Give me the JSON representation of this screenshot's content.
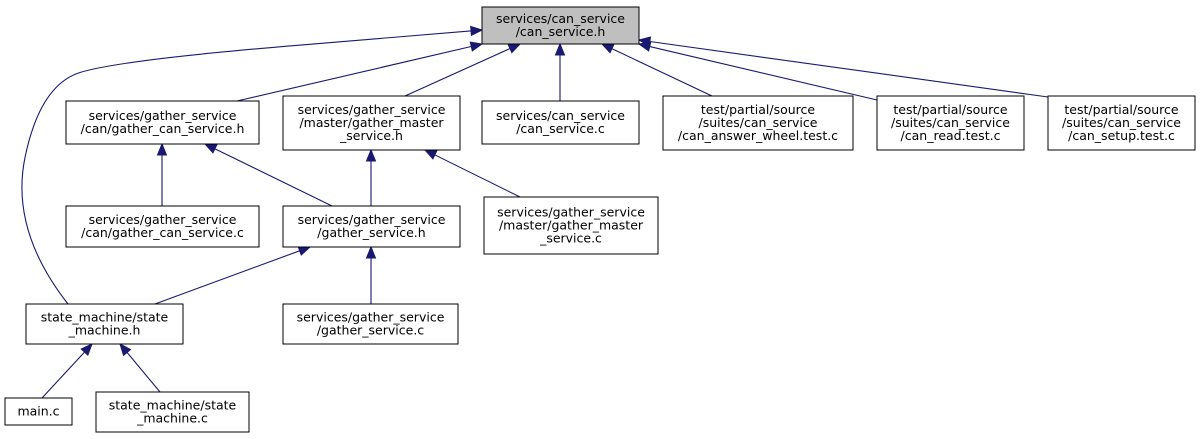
{
  "graph": {
    "nodes": [
      {
        "id": "can_service_h",
        "lines": [
          "services/can_service",
          "/can_service.h"
        ],
        "highlighted": true
      },
      {
        "id": "gather_can_service_h",
        "lines": [
          "services/gather_service",
          "/can/gather_can_service.h"
        ]
      },
      {
        "id": "gather_master_service_h",
        "lines": [
          "services/gather_service",
          "/master/gather_master",
          "_service.h"
        ]
      },
      {
        "id": "can_service_c",
        "lines": [
          "services/can_service",
          "/can_service.c"
        ]
      },
      {
        "id": "can_answer_wheel_test",
        "lines": [
          "test/partial/source",
          "/suites/can_service",
          "/can_answer_wheel.test.c"
        ]
      },
      {
        "id": "can_read_test",
        "lines": [
          "test/partial/source",
          "/suites/can_service",
          "/can_read.test.c"
        ]
      },
      {
        "id": "can_setup_test",
        "lines": [
          "test/partial/source",
          "/suites/can_service",
          "/can_setup.test.c"
        ]
      },
      {
        "id": "gather_can_service_c",
        "lines": [
          "services/gather_service",
          "/can/gather_can_service.c"
        ]
      },
      {
        "id": "gather_service_h",
        "lines": [
          "services/gather_service",
          "/gather_service.h"
        ]
      },
      {
        "id": "gather_master_service_c",
        "lines": [
          "services/gather_service",
          "/master/gather_master",
          "_service.c"
        ]
      },
      {
        "id": "state_machine_h",
        "lines": [
          "state_machine/state",
          "_machine.h"
        ]
      },
      {
        "id": "gather_service_c",
        "lines": [
          "services/gather_service",
          "/gather_service.c"
        ]
      },
      {
        "id": "main_c",
        "lines": [
          "main.c"
        ]
      },
      {
        "id": "state_machine_c",
        "lines": [
          "state_machine/state",
          "_machine.c"
        ]
      }
    ],
    "edges": [
      {
        "from": "gather_can_service_h",
        "to": "can_service_h"
      },
      {
        "from": "gather_master_service_h",
        "to": "can_service_h"
      },
      {
        "from": "can_service_c",
        "to": "can_service_h"
      },
      {
        "from": "can_answer_wheel_test",
        "to": "can_service_h"
      },
      {
        "from": "can_read_test",
        "to": "can_service_h"
      },
      {
        "from": "can_setup_test",
        "to": "can_service_h"
      },
      {
        "from": "state_machine_h",
        "to": "can_service_h"
      },
      {
        "from": "gather_can_service_c",
        "to": "gather_can_service_h"
      },
      {
        "from": "gather_service_h",
        "to": "gather_can_service_h"
      },
      {
        "from": "gather_service_h",
        "to": "gather_master_service_h"
      },
      {
        "from": "gather_master_service_c",
        "to": "gather_master_service_h"
      },
      {
        "from": "state_machine_h",
        "to": "gather_service_h"
      },
      {
        "from": "gather_service_c",
        "to": "gather_service_h"
      },
      {
        "from": "main_c",
        "to": "state_machine_h"
      },
      {
        "from": "state_machine_c",
        "to": "state_machine_h"
      }
    ],
    "colors": {
      "edge": "#191970",
      "root_fill": "#bfbfbf",
      "node_fill": "#ffffff",
      "border": "#000000"
    }
  }
}
